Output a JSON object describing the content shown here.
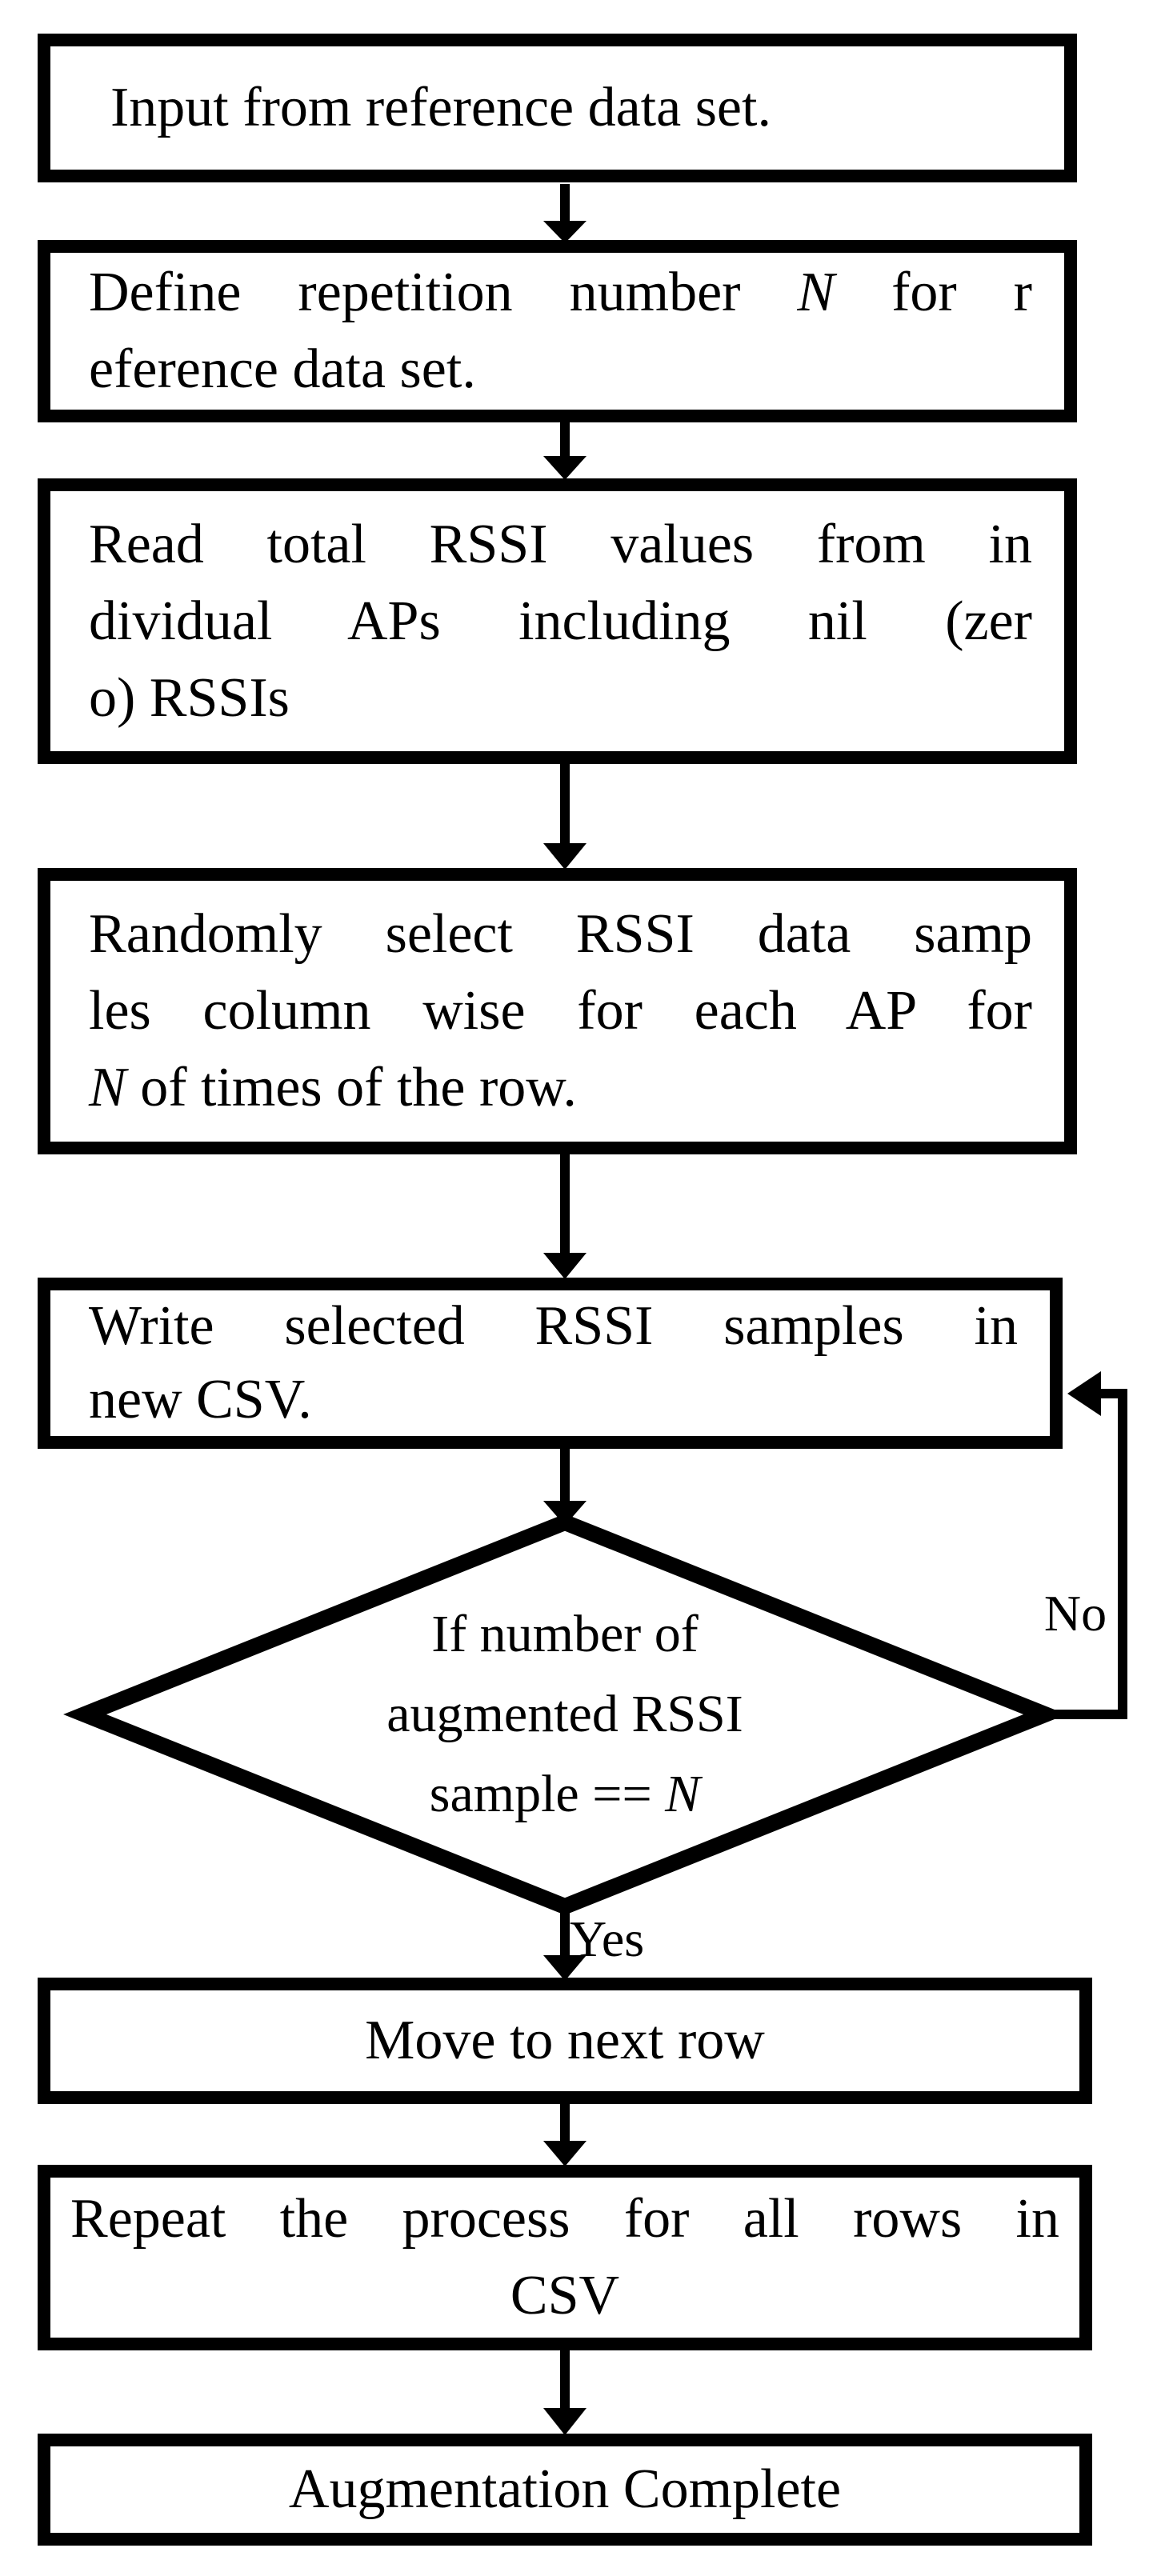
{
  "nodes": {
    "input": {
      "line1": "Input from reference data set."
    },
    "define": {
      "line1_part1": "Define repetition number",
      "line1_n": "N",
      "line1_part2": "for r",
      "line2": "eference data set."
    },
    "read": {
      "line1": "Read total RSSI values from in",
      "line2": "dividual APs including nil (zer",
      "line3": "o) RSSIs"
    },
    "select": {
      "line1": "Randomly select RSSI data samp",
      "line2": "les column wise for each AP for",
      "line3_n": "N",
      "line3_rest": "of times of the row."
    },
    "write": {
      "line1": "Write selected RSSI samples in",
      "line2": "new CSV."
    },
    "decision": {
      "line1": "If number of",
      "line2": "augmented RSSI",
      "line3_part1": "sample ==",
      "line3_n": "N"
    },
    "move": {
      "line1": "Move to next row"
    },
    "repeat": {
      "line1": "Repeat the process for all rows in",
      "line2": "CSV"
    },
    "complete": {
      "line1": "Augmentation Complete"
    }
  },
  "edge_labels": {
    "yes": "Yes",
    "no": "No"
  },
  "colors": {
    "stroke": "#000000",
    "fill": "#ffffff",
    "text": "#000000"
  }
}
